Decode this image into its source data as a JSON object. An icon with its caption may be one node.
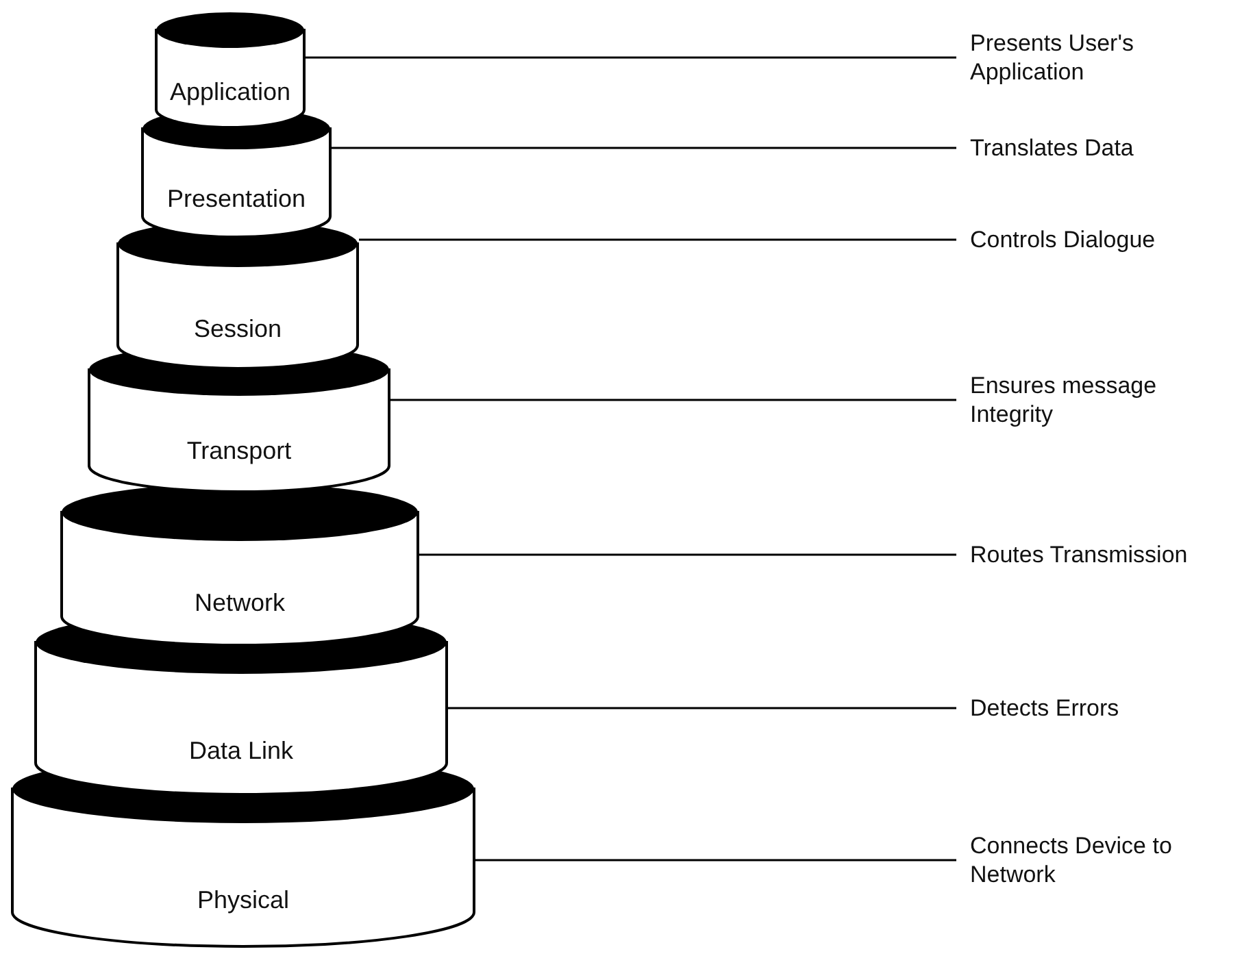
{
  "diagram": {
    "nodes": [
      {
        "text": [
          "Application"
        ]
      },
      {
        "text": [
          "Presentation"
        ]
      },
      {
        "text": [
          "Session"
        ]
      },
      {
        "text": [
          "Transport"
        ]
      },
      {
        "text": [
          "Network"
        ]
      },
      {
        "text": [
          "Data Link"
        ]
      },
      {
        "text": [
          "Physical"
        ]
      },
      {
        "text": [
          "Presents User's Application"
        ]
      },
      {
        "text": [
          "Translates Data"
        ]
      },
      {
        "text": [
          "Controls Dialogue"
        ]
      },
      {
        "text": [
          "Ensures message Integrity"
        ]
      },
      {
        "text": [
          "Routes Transmission"
        ]
      },
      {
        "text": [
          "Detects Errors"
        ]
      },
      {
        "text": [
          "Connects Device to Network"
        ]
      }
    ],
    "edges": [
      {
        "from": 0,
        "to": 7,
        "arrow": "none"
      },
      {
        "from": 1,
        "to": 8,
        "arrow": "none"
      },
      {
        "from": 2,
        "to": 9,
        "arrow": "none"
      },
      {
        "from": 3,
        "to": 10,
        "arrow": "none"
      },
      {
        "from": 4,
        "to": 11,
        "arrow": "none"
      },
      {
        "from": 5,
        "to": 12,
        "arrow": "none"
      },
      {
        "from": 6,
        "to": 13,
        "arrow": "none"
      }
    ]
  }
}
